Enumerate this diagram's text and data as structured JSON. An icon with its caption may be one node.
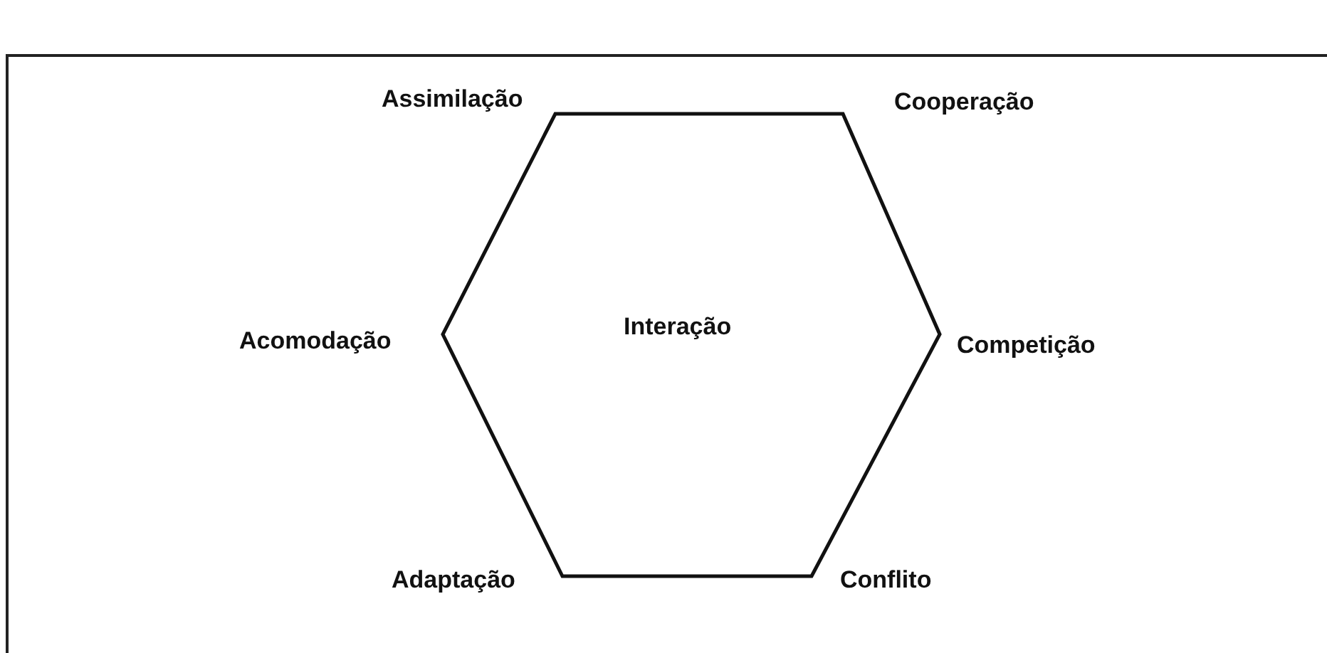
{
  "diagram": {
    "nodes": [
      {
        "text": [
          "Interação"
        ]
      }
    ],
    "labels": [
      "Assimilação",
      "Cooperação",
      "Acomodação",
      "Competição",
      "Adaptação",
      "Conflito"
    ]
  }
}
